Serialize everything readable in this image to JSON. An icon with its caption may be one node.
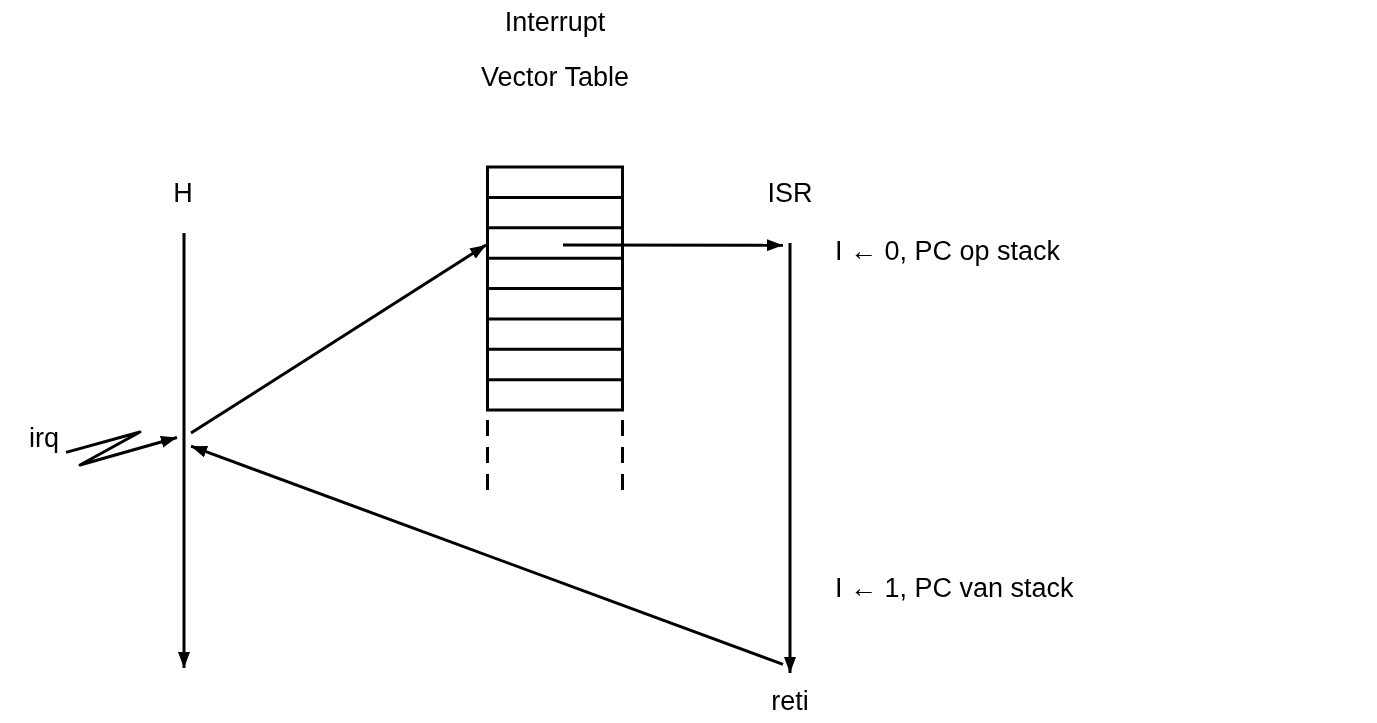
{
  "diagram": {
    "nodes": [
      {
        "text": [
          "Interrupt Vector Table"
        ]
      },
      {
        "text": [
          "H"
        ]
      },
      {
        "text": [
          "ISR"
        ]
      },
      {
        "text": [],
        "shape": "bar"
      },
      {
        "text": [],
        "shape": "bar"
      },
      {
        "text": [
          "irq"
        ]
      },
      {
        "text": [
          "reti"
        ]
      }
    ],
    "edges": [
      {
        "from": 5,
        "to": 3,
        "arrow": "to"
      },
      {
        "from": 3,
        "to": 0,
        "arrow": "to"
      },
      {
        "from": 0,
        "to": 4,
        "arrow": "to"
      },
      {
        "from": 4,
        "to": 3,
        "arrow": "to"
      }
    ],
    "labels": [
      "I ← 0, PC op stack",
      "I ← 1, PC van stack"
    ]
  }
}
